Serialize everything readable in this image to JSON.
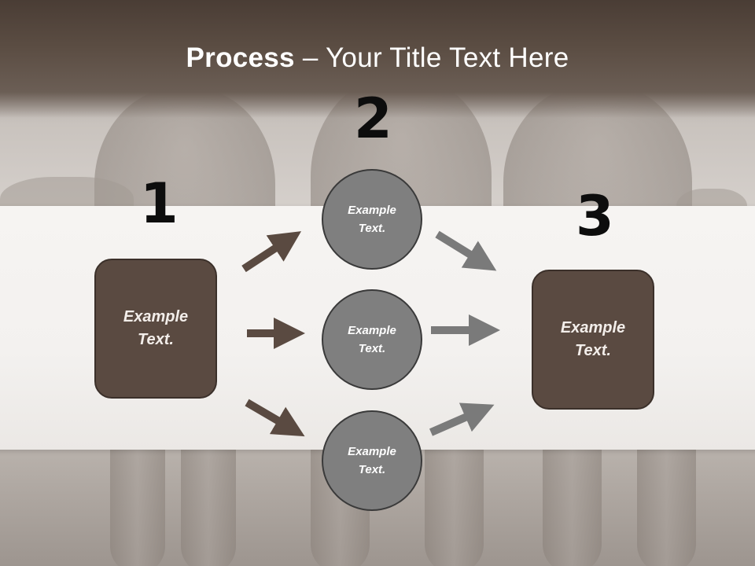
{
  "title": {
    "strong": "Process",
    "rest": " – Your Title Text Here"
  },
  "steps": [
    "1",
    "2",
    "3"
  ],
  "left_box": {
    "label": "Example\nText."
  },
  "right_box": {
    "label": "Example\nText."
  },
  "circles": [
    {
      "label": "Example\nText."
    },
    {
      "label": "Example\nText."
    },
    {
      "label": "Example\nText."
    }
  ],
  "colors": {
    "title_bar": "#5b4d43",
    "box_fill": "#5a4a41",
    "circle_fill": "#7f7f7f",
    "arrow_dark": "#5a4a41",
    "arrow_gray": "#7a7a7a"
  }
}
